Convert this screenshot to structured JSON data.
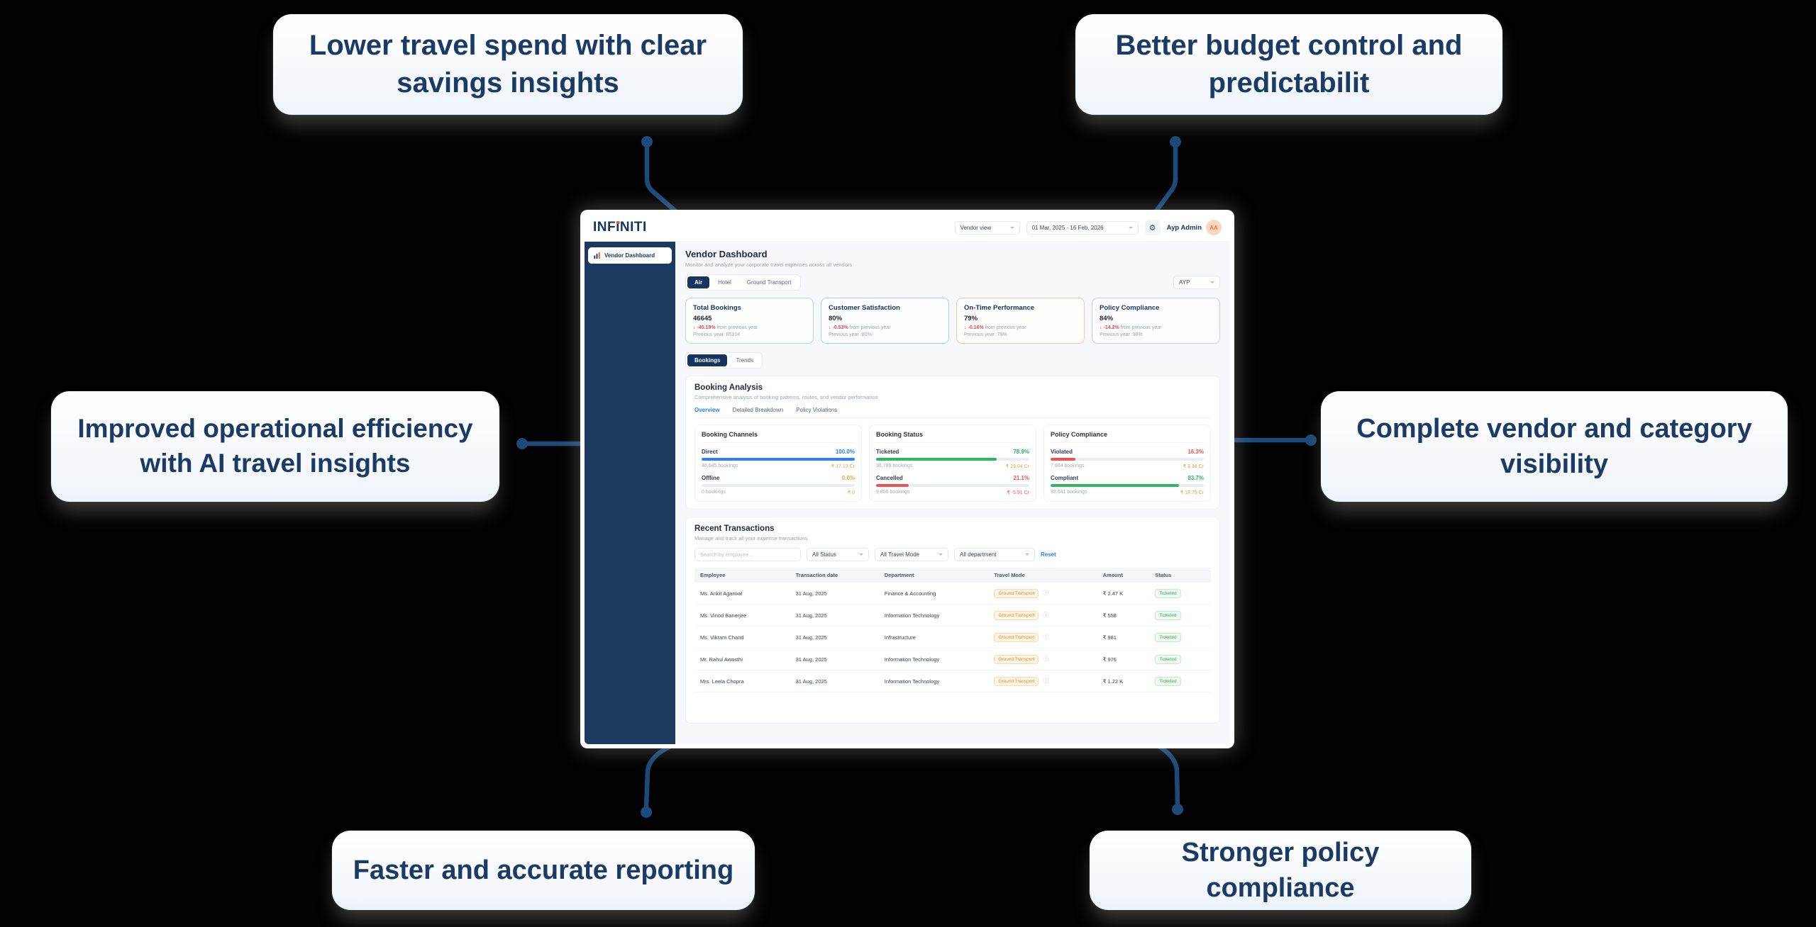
{
  "callouts": {
    "top_left": "Lower travel spend with clear savings insights",
    "top_right": "Better budget control and predictabilit",
    "left": "Improved operational efficiency with AI travel insights",
    "right": "Complete vendor and category visibility",
    "bottom_left": "Faster and accurate reporting",
    "bottom_right": "Stronger policy compliance"
  },
  "dashboard": {
    "logo": {
      "pre": "INF",
      "i": "i",
      "post": "NITI"
    },
    "header": {
      "vendor_view": "Vendor view",
      "date_range": "01 Mar, 2025 - 16 Feb, 2026",
      "user_name": "Ayp Admin",
      "avatar_initials": "AA"
    },
    "sidebar": {
      "active_item": "Vendor Dashboard"
    },
    "page": {
      "title": "Vendor Dashboard",
      "subtitle": "Monitor and analyze your corporate travel expenses across all vendors"
    },
    "mode_tabs": [
      {
        "label": "Air",
        "active": true
      },
      {
        "label": "Hotel",
        "active": false
      },
      {
        "label": "Ground Transport",
        "active": false
      }
    ],
    "org_select": "AYP",
    "kpis": [
      {
        "title": "Total Bookings",
        "value": "46645",
        "change": "-45.19%",
        "suffix": "from previous year",
        "prev": "Previous year :85104",
        "accent": "green"
      },
      {
        "title": "Customer Satisfaction",
        "value": "80%",
        "change": "-0.53%",
        "suffix": "from previous year",
        "prev": "Previous year :80%",
        "accent": "blue"
      },
      {
        "title": "On-Time Performance",
        "value": "79%",
        "change": "-0.16%",
        "suffix": "from previous year",
        "prev": "Previous year :79%",
        "accent": "orange"
      },
      {
        "title": "Policy Compliance",
        "value": "84%",
        "change": "-14.2%",
        "suffix": "from previous year",
        "prev": "Previous year :98%",
        "accent": "purple"
      }
    ],
    "view_toggle": [
      {
        "label": "Bookings",
        "active": true
      },
      {
        "label": "Trends",
        "active": false
      }
    ],
    "analysis": {
      "title": "Booking Analysis",
      "subtitle": "Comprehensive analysis of booking patterns, routes, and vendor performance",
      "tabs": [
        {
          "label": "Overview",
          "active": true
        },
        {
          "label": "Detailed Breakdown",
          "active": false
        },
        {
          "label": "Policy Violations",
          "active": false
        }
      ],
      "columns": [
        {
          "title": "Booking Channels",
          "metrics": [
            {
              "name": "Direct",
              "pct": "100.0%",
              "width": "100%",
              "color": "blue",
              "bookings": "46,645 bookings",
              "amount": "₹ 17.13 Cr",
              "amount_color": "amber"
            },
            {
              "name": "Offline",
              "pct": "0.0%",
              "width": "0%",
              "color": "amber",
              "bookings": "0 bookings",
              "amount": "₹ 0",
              "amount_color": "amber"
            }
          ]
        },
        {
          "title": "Booking Status",
          "metrics": [
            {
              "name": "Ticketed",
              "pct": "78.9%",
              "width": "78.9%",
              "color": "green",
              "bookings": "36,789 bookings",
              "amount": "₹ 23.04 Cr",
              "amount_color": "amber"
            },
            {
              "name": "Cancelled",
              "pct": "21.1%",
              "width": "21.1%",
              "color": "red",
              "bookings": "9,856 bookings",
              "amount": "₹ -5.91 Cr",
              "amount_color": "red"
            }
          ]
        },
        {
          "title": "Policy Compliance",
          "metrics": [
            {
              "name": "Violated",
              "pct": "16.3%",
              "width": "16.3%",
              "color": "red",
              "bookings": "7,604 bookings",
              "amount": "₹ 3.38 Cr",
              "amount_color": "amber"
            },
            {
              "name": "Compliant",
              "pct": "83.7%",
              "width": "83.7%",
              "color": "green",
              "bookings": "39,041 bookings",
              "amount": "₹ 13.75 Cr",
              "amount_color": "amber"
            }
          ]
        }
      ]
    },
    "transactions": {
      "title": "Recent Transactions",
      "subtitle": "Manage and track all your expense transactions",
      "search_placeholder": "Search by employee...",
      "status_filter": "All Status",
      "mode_filter": "All Travel Mode",
      "dept_filter": "All department",
      "reset_label": "Reset",
      "columns": [
        {
          "label": "Employee"
        },
        {
          "label": "Transaction date"
        },
        {
          "label": "Department"
        },
        {
          "label": "Travel Mode"
        },
        {
          "label": "Amount"
        },
        {
          "label": "Status"
        }
      ],
      "rows": [
        {
          "employee": "Ms. Ankit Agarwal",
          "date": "31 Aug, 2025",
          "department": "Finance & Accounting",
          "mode": "Ground Transport",
          "amount": "₹ 2.47 K",
          "status": "Ticketed"
        },
        {
          "employee": "Ms. Vinod Banerjee",
          "date": "31 Aug, 2025",
          "department": "Information Technology",
          "mode": "Ground Transport",
          "amount": "₹ 558",
          "status": "Ticketed"
        },
        {
          "employee": "Ms. Vikram Chand",
          "date": "31 Aug, 2025",
          "department": "Infrastructure",
          "mode": "Ground Transport",
          "amount": "₹ 981",
          "status": "Ticketed"
        },
        {
          "employee": "Mr. Rahul Awasthi",
          "date": "31 Aug, 2025",
          "department": "Information Technology",
          "mode": "Ground Transport",
          "amount": "₹ 976",
          "status": "Ticketed"
        },
        {
          "employee": "Mrs. Leela Chopra",
          "date": "31 Aug, 2025",
          "department": "Information Technology",
          "mode": "Ground Transport",
          "amount": "₹ 1.22 K",
          "status": "Ticketed"
        }
      ]
    }
  },
  "colors": {
    "accent_navy": "#16355e",
    "connector": "#1d4a78",
    "blue": "#2f80ed",
    "green": "#2bb85f",
    "red": "#ef5350",
    "amber": "#f0a534"
  }
}
